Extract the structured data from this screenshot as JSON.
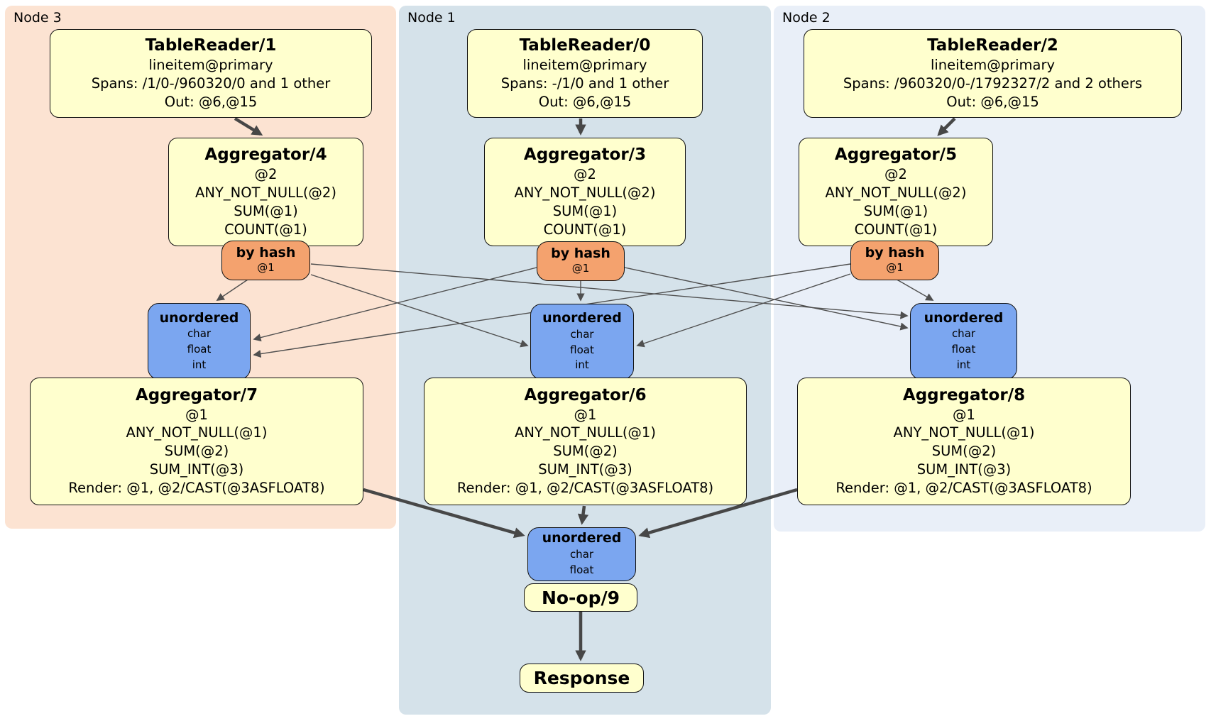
{
  "diagram_type": "distributed-sql-plan",
  "panels": {
    "node3": {
      "label": "Node 3",
      "bg": "#fce3d2"
    },
    "node1": {
      "label": "Node 1",
      "bg": "#d5e2ea"
    },
    "node2": {
      "label": "Node 2",
      "bg": "#e9eff8"
    }
  },
  "colors": {
    "processor_fill": "#ffffce",
    "router_fill": "#f4a26e",
    "sync_fill": "#7ba6f0",
    "edge": "#4f4f4f",
    "border": "#111111"
  },
  "processors": {
    "tr1": {
      "title": "TableReader/1",
      "lines": [
        "lineitem@primary",
        "Spans: /1/0-/960320/0 and 1 other",
        "Out: @6,@15"
      ]
    },
    "tr0": {
      "title": "TableReader/0",
      "lines": [
        "lineitem@primary",
        "Spans: -/1/0 and 1 other",
        "Out: @6,@15"
      ]
    },
    "tr2": {
      "title": "TableReader/2",
      "lines": [
        "lineitem@primary",
        "Spans: /960320/0-/1792327/2 and 2 others",
        "Out: @6,@15"
      ]
    },
    "agg4": {
      "title": "Aggregator/4",
      "lines": [
        "@2",
        "ANY_NOT_NULL(@2)",
        "SUM(@1)",
        "COUNT(@1)"
      ]
    },
    "agg3": {
      "title": "Aggregator/3",
      "lines": [
        "@2",
        "ANY_NOT_NULL(@2)",
        "SUM(@1)",
        "COUNT(@1)"
      ]
    },
    "agg5": {
      "title": "Aggregator/5",
      "lines": [
        "@2",
        "ANY_NOT_NULL(@2)",
        "SUM(@1)",
        "COUNT(@1)"
      ]
    },
    "agg7": {
      "title": "Aggregator/7",
      "lines": [
        "@1",
        "ANY_NOT_NULL(@1)",
        "SUM(@2)",
        "SUM_INT(@3)",
        "Render: @1, @2/CAST(@3ASFLOAT8)"
      ]
    },
    "agg6": {
      "title": "Aggregator/6",
      "lines": [
        "@1",
        "ANY_NOT_NULL(@1)",
        "SUM(@2)",
        "SUM_INT(@3)",
        "Render: @1, @2/CAST(@3ASFLOAT8)"
      ]
    },
    "agg8": {
      "title": "Aggregator/8",
      "lines": [
        "@1",
        "ANY_NOT_NULL(@1)",
        "SUM(@2)",
        "SUM_INT(@3)",
        "Render: @1, @2/CAST(@3ASFLOAT8)"
      ]
    },
    "noop": {
      "title": "No-op/9"
    },
    "response": {
      "title": "Response"
    }
  },
  "routers": {
    "hash4": {
      "title": "by hash",
      "lines": [
        "@1"
      ]
    },
    "hash3": {
      "title": "by hash",
      "lines": [
        "@1"
      ]
    },
    "hash5": {
      "title": "by hash",
      "lines": [
        "@1"
      ]
    }
  },
  "syncs": {
    "un7": {
      "title": "unordered",
      "lines": [
        "char",
        "float",
        "int"
      ]
    },
    "un6": {
      "title": "unordered",
      "lines": [
        "char",
        "float",
        "int"
      ]
    },
    "un8": {
      "title": "unordered",
      "lines": [
        "char",
        "float",
        "int"
      ]
    },
    "unFinal": {
      "title": "unordered",
      "lines": [
        "char",
        "float"
      ]
    }
  }
}
